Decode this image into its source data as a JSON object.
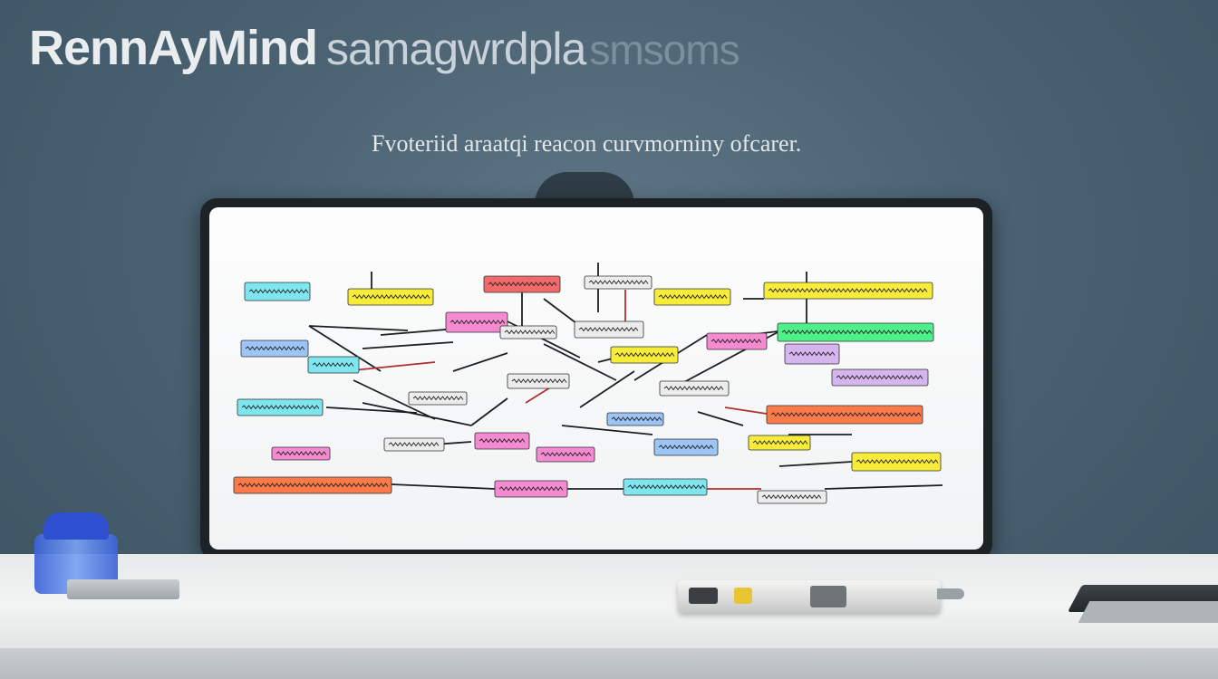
{
  "header": {
    "title_main": "RennAyMind",
    "title_sub": "samagwrdpla",
    "title_fade": "smsoms",
    "subtitle": "Fvoteriid araatqi reacon curvmorniny ofcarer."
  },
  "mindmap": {
    "node_colors": {
      "cyan": "#7fe6f0",
      "yellow": "#f7ec3a",
      "red": "#f06a6a",
      "pink": "#f48ad0",
      "blue": "#9cc4f4",
      "green": "#4ef08a",
      "orange": "#fb7a4a",
      "lilac": "#d6b4ee",
      "neutral": "#ececec"
    }
  }
}
